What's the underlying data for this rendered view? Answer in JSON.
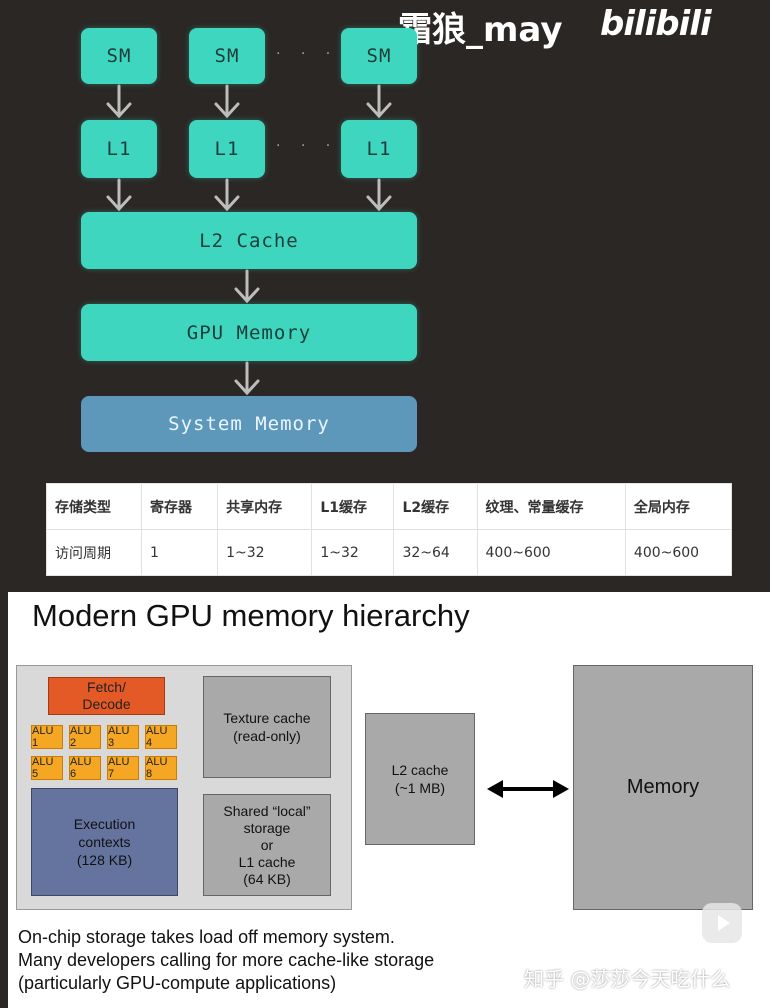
{
  "watermark": {
    "author": "霜狼_may",
    "brand": "bilibili"
  },
  "top_diagram": {
    "sm_labels": [
      "SM",
      "SM",
      "SM"
    ],
    "l1_labels": [
      "L1",
      "L1",
      "L1"
    ],
    "ellipsis": "· · ·",
    "l2": "L2 Cache",
    "gpu_memory": "GPU Memory",
    "system_memory": "System Memory",
    "colors": {
      "node": "#3fd6bf",
      "system": "#5d97b9",
      "arrow": "#bdbdbd"
    }
  },
  "latency_table": {
    "headers": [
      "存储类型",
      "寄存器",
      "共享内存",
      "L1缓存",
      "L2缓存",
      "纹理、常量缓存",
      "全局内存"
    ],
    "row": [
      "访问周期",
      "1",
      "1~32",
      "1~32",
      "32~64",
      "400~600",
      "400~600"
    ]
  },
  "slide": {
    "title": "Modern GPU memory hierarchy",
    "fetch": "Fetch/\nDecode",
    "alus": [
      "ALU 1",
      "ALU 2",
      "ALU 3",
      "ALU 4",
      "ALU 5",
      "ALU 6",
      "ALU 7",
      "ALU 8"
    ],
    "execution": "Execution\ncontexts\n(128 KB)",
    "texture_cache": "Texture cache\n(read-only)",
    "shared_storage": "Shared “local”\nstorage\nor\nL1 cache\n(64 KB)",
    "l2_cache": "L2 cache\n(~1 MB)",
    "memory": "Memory",
    "caption_lines": [
      "On-chip storage takes load off memory system.",
      "Many developers calling for more cache-like storage",
      "(particularly GPU-compute applications)"
    ],
    "zhihu_watermark": "知乎 @莎莎今天吃什么"
  }
}
